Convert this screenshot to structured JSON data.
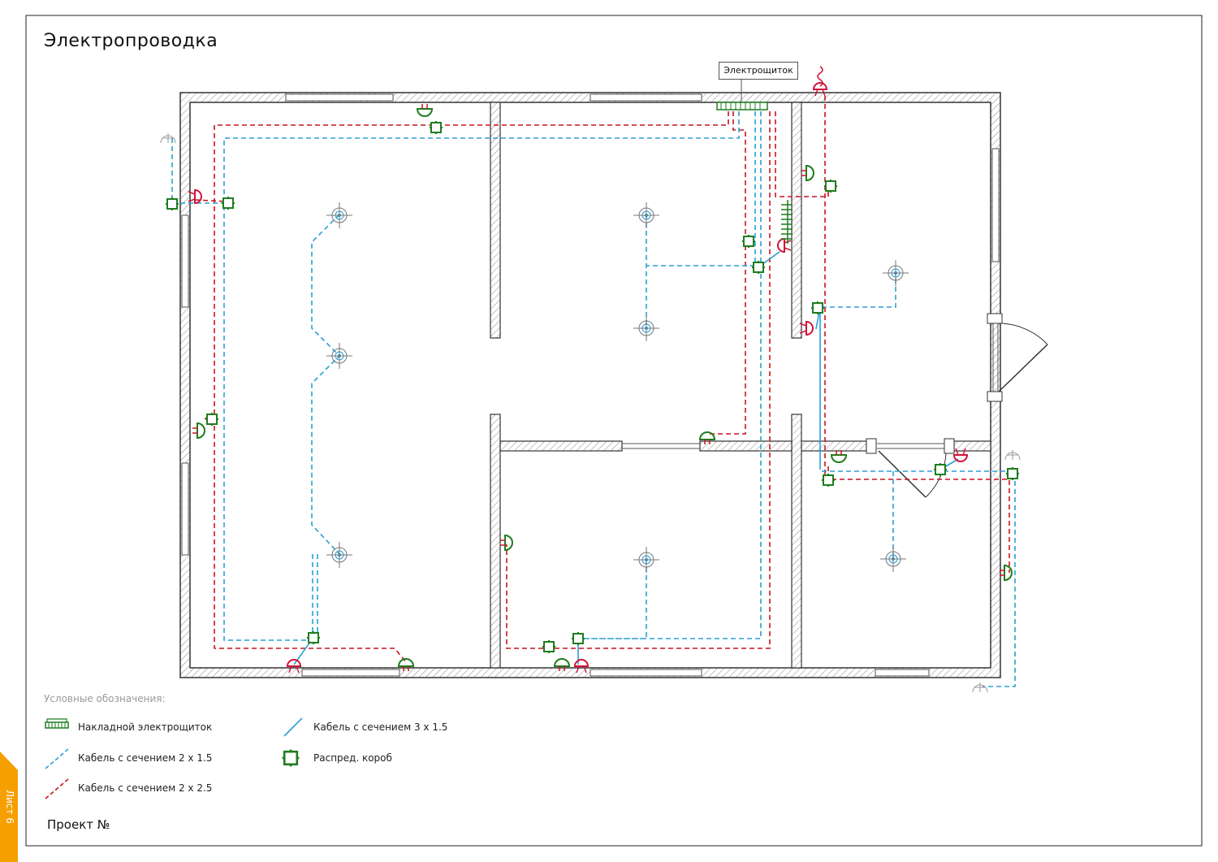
{
  "title": "Электропроводка",
  "panel_label": "Электрощиток",
  "legend": {
    "title": "Условные обозначения:",
    "items": [
      {
        "label": "Накладной электрощиток"
      },
      {
        "label": "Кабель с сечением 2 x 1.5"
      },
      {
        "label": "Кабель с сечением 2 x 2.5"
      },
      {
        "label": "Кабель с сечением 3 x 1.5"
      },
      {
        "label": "Распред. короб"
      }
    ]
  },
  "project_label": "Проект №",
  "sheet_label": "Лист 6",
  "colors": {
    "cable_2x15": "#2a9fd6",
    "cable_2x25": "#c8141e",
    "cable_3x15": "#2a9fd6",
    "junction_box": "#1e7d1e",
    "socket_red": "#d1133a",
    "wall": "#333333",
    "accent_tab": "#f5a000"
  }
}
